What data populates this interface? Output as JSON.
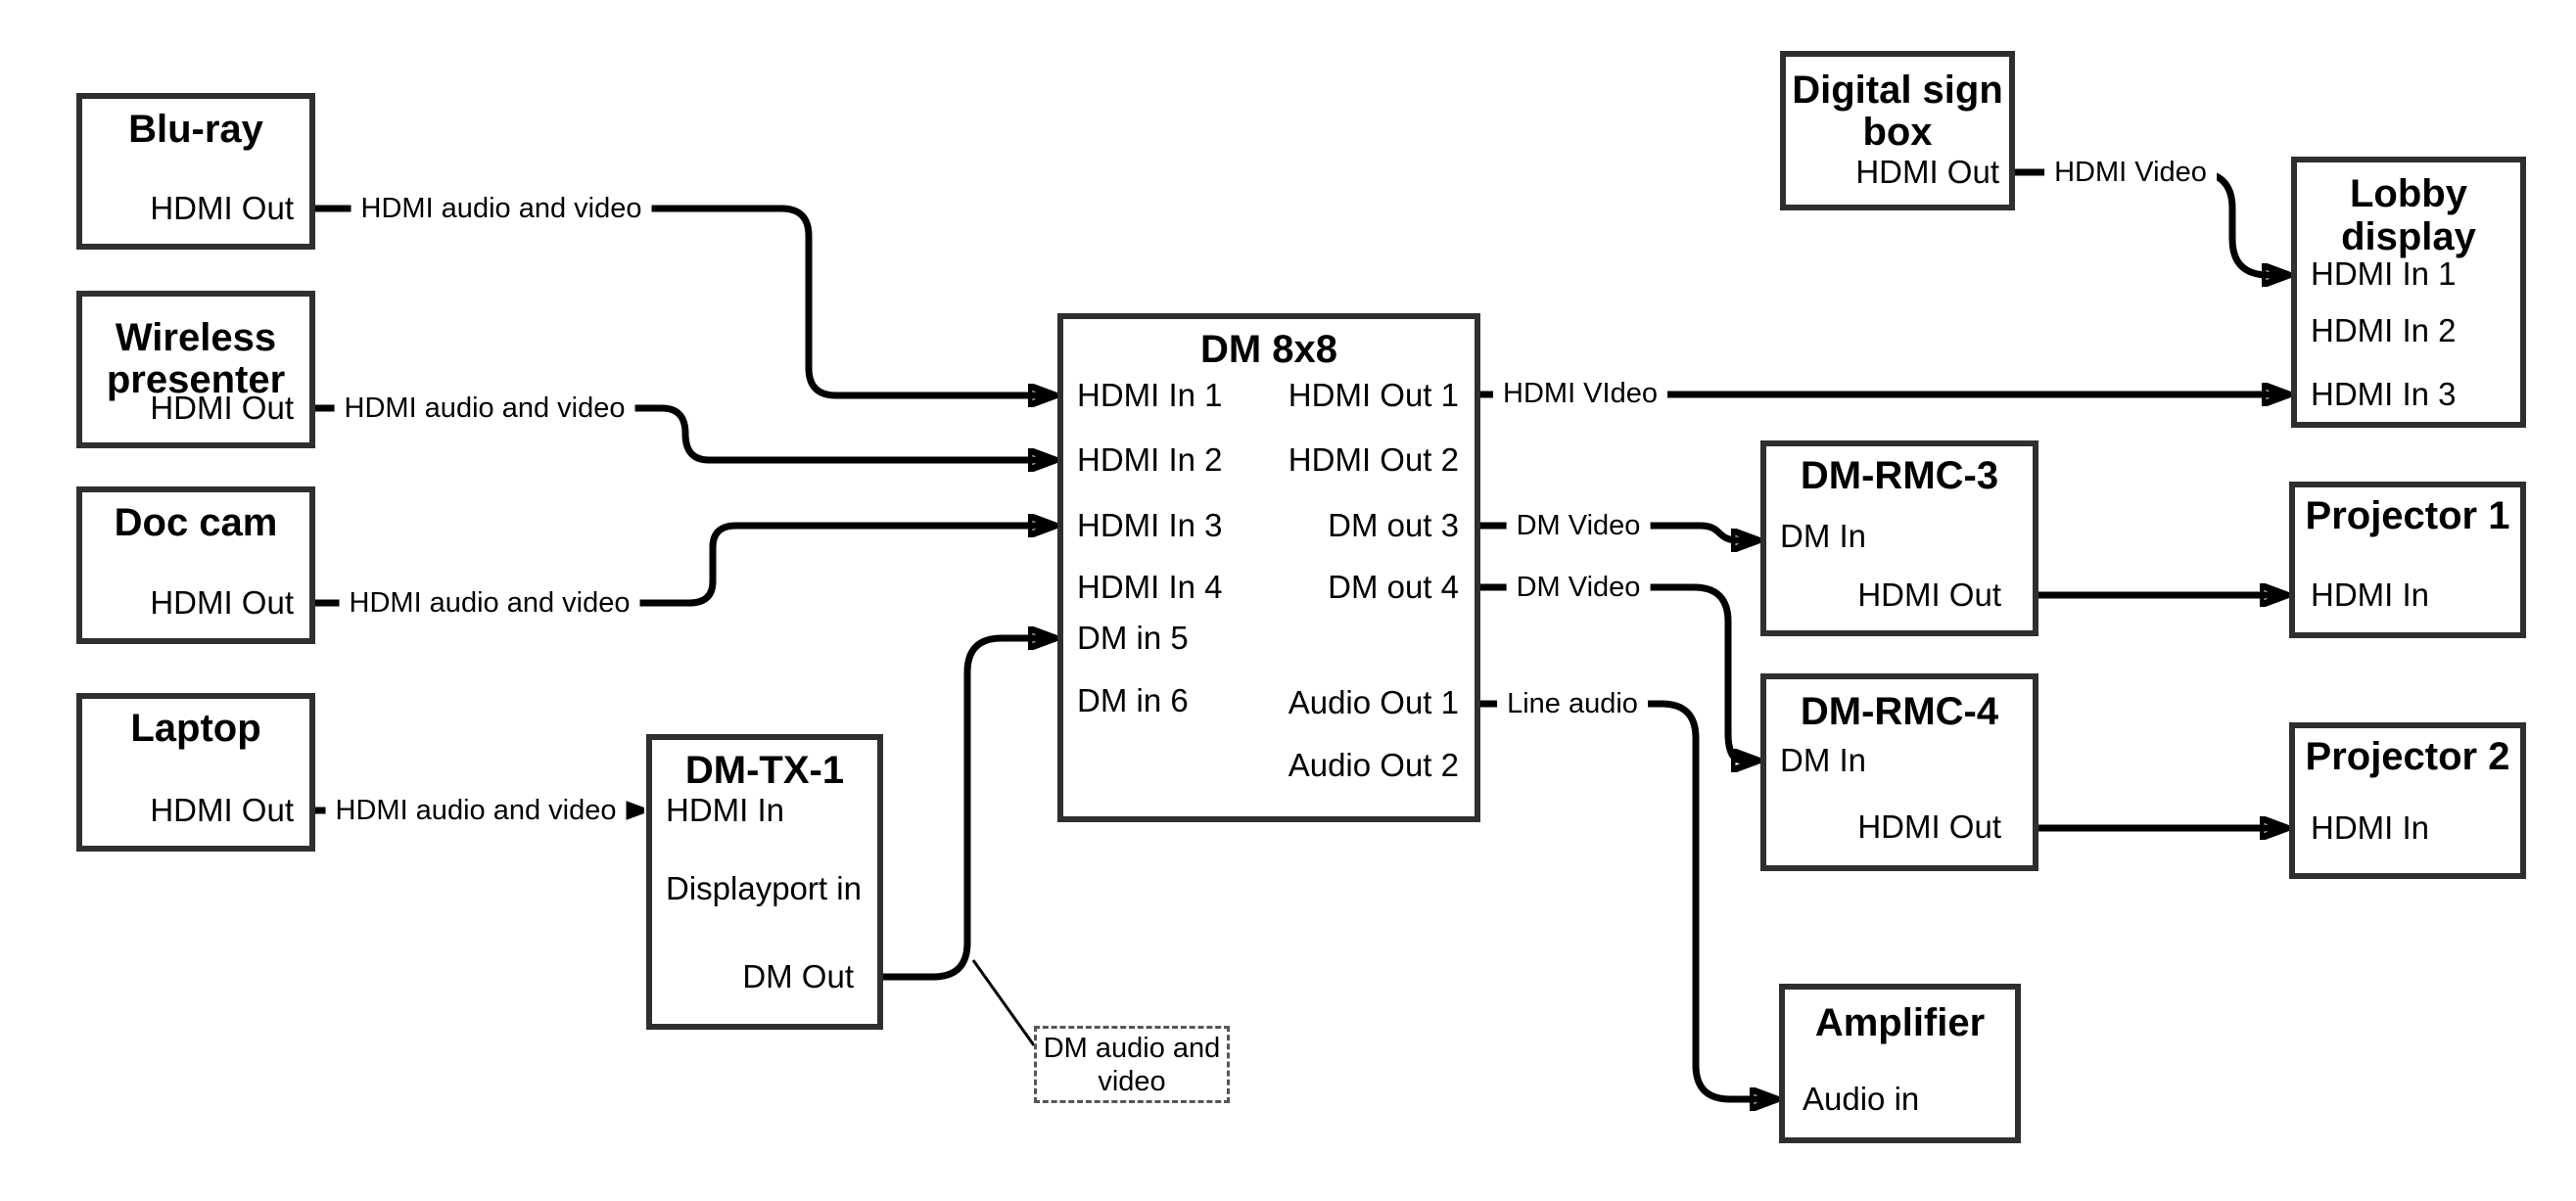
{
  "colors": {
    "background": "#ffffff",
    "box_border": "#2f2f2f",
    "wire": "#000000",
    "text": "#000000"
  },
  "nodes": {
    "bluray": {
      "title": "Blu-ray",
      "port_out": "HDMI Out"
    },
    "wireless": {
      "title_line1": "Wireless",
      "title_line2": "presenter",
      "port_out": "HDMI Out"
    },
    "doccam": {
      "title": "Doc cam",
      "port_out": "HDMI Out"
    },
    "laptop": {
      "title": "Laptop",
      "port_out": "HDMI Out"
    },
    "dmtx1": {
      "title": "DM-TX-1",
      "port_hdmi_in": "HDMI In",
      "port_dp_in": "Displayport in",
      "port_dm_out": "DM Out"
    },
    "dm8x8": {
      "title": "DM 8x8",
      "in1": "HDMI In 1",
      "in2": "HDMI In 2",
      "in3": "HDMI In 3",
      "in4": "HDMI In 4",
      "in5": "DM in 5",
      "in6": "DM in 6",
      "out1": "HDMI Out 1",
      "out2": "HDMI Out 2",
      "out3": "DM out 3",
      "out4": "DM out 4",
      "aout1": "Audio Out 1",
      "aout2": "Audio Out 2"
    },
    "digitalsign": {
      "title_line1": "Digital sign",
      "title_line2": "box",
      "port_out": "HDMI Out"
    },
    "lobby": {
      "title_line1": "Lobby",
      "title_line2": "display",
      "in1": "HDMI In 1",
      "in2": "HDMI In 2",
      "in3": "HDMI In 3"
    },
    "dmrmc3": {
      "title": "DM-RMC-3",
      "port_dm_in": "DM In",
      "port_hdmi_out": "HDMI Out"
    },
    "proj1": {
      "title": "Projector 1",
      "port_in": "HDMI In"
    },
    "dmrmc4": {
      "title": "DM-RMC-4",
      "port_dm_in": "DM In",
      "port_hdmi_out": "HDMI Out"
    },
    "proj2": {
      "title": "Projector 2",
      "port_in": "HDMI In"
    },
    "amplifier": {
      "title": "Amplifier",
      "port_in": "Audio in"
    }
  },
  "edge_labels": {
    "bluray_to_dm8x8": "HDMI audio and video",
    "wireless_to_dm8x8": "HDMI audio and video",
    "doccam_to_dm8x8": "HDMI audio and video",
    "laptop_to_dmtx1": "HDMI audio and video",
    "hdmi_out1_to_lobby": "HDMI VIdeo",
    "dm_out3_to_rmc3": "DM Video",
    "dm_out4_to_rmc4": "DM Video",
    "audio_out1_to_amp": "Line audio",
    "digitalsign_to_lobby": "HDMI Video"
  },
  "annotation": {
    "line1": "DM audio and",
    "line2": "video"
  }
}
